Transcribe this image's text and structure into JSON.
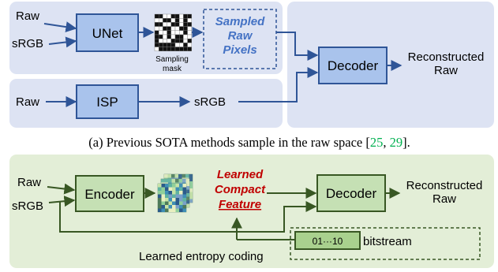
{
  "top": {
    "inputs": {
      "raw": "Raw",
      "srgb": "sRGB"
    },
    "unet_label": "UNet",
    "sampling_mask_label": "Sampling mask",
    "sampled_pixels_label": "Sampled Raw Pixels",
    "isp": {
      "raw": "Raw",
      "label": "ISP",
      "srgb": "sRGB"
    },
    "decoder_label": "Decoder",
    "output_label": "Reconstructed Raw"
  },
  "caption_a": {
    "text": "(a) Previous SOTA methods sample in the raw space [",
    "ref1": "25",
    "sep": ", ",
    "ref2": "29",
    "end": "]."
  },
  "bottom": {
    "inputs": {
      "raw": "Raw",
      "srgb": "sRGB"
    },
    "encoder_label": "Encoder",
    "feature_label": "Learned Compact Feature",
    "decoder_label": "Decoder",
    "output_label": "Reconstructed Raw",
    "bitstream_box_label": "01···10",
    "bitstream_label": "bitstream",
    "entropy_label": "Learned entropy coding"
  },
  "colors": {
    "panel_blue": "#dde3f3",
    "box_blue": "#a9c3ec",
    "arrow_blue": "#2f5597",
    "dashed_text_blue": "#4472c4",
    "panel_green": "#e3eed7",
    "box_green": "#c5e0b4",
    "arrow_green": "#385723",
    "feature_red": "#c00000",
    "ref_green": "#00b050"
  }
}
